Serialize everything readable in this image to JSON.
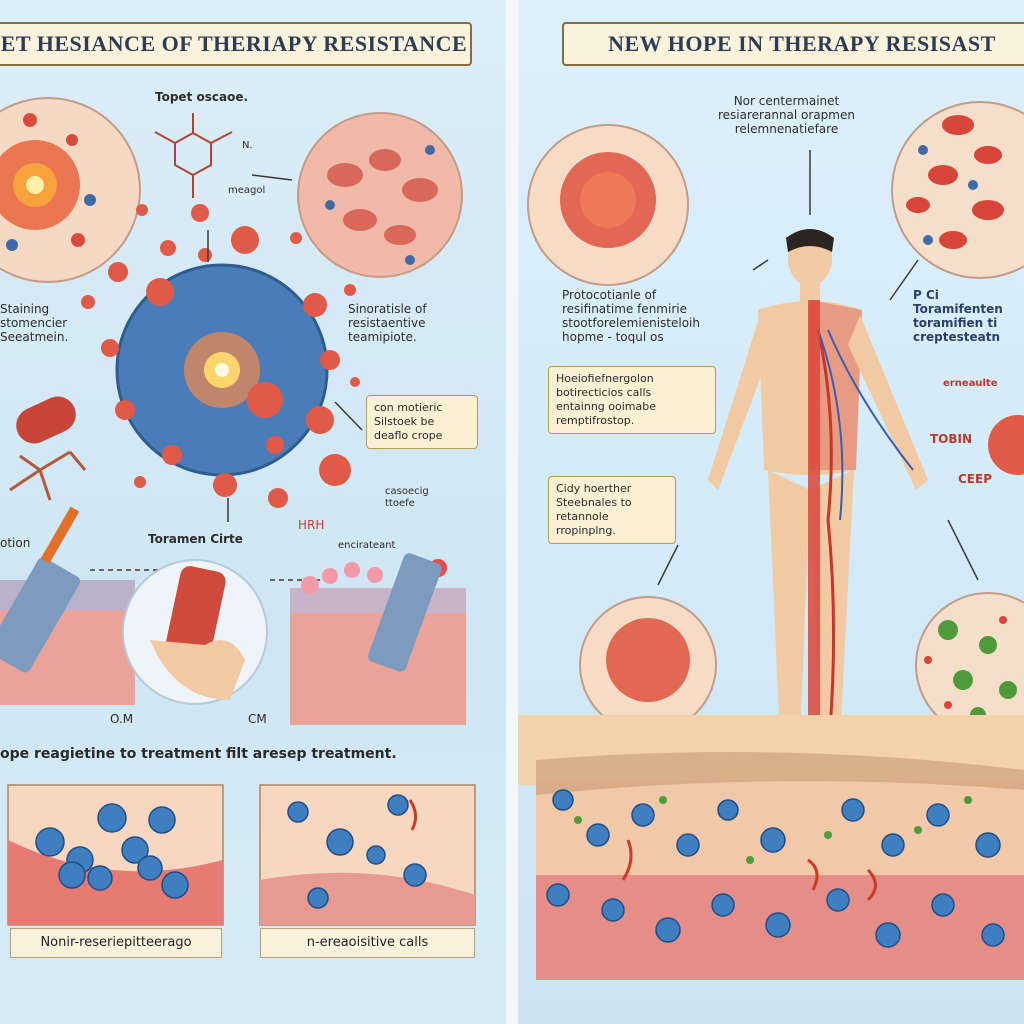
{
  "left_panel": {
    "title": "ET HESIANCE OF THERIAPY RESISTANCE",
    "label_top_escape": "Topet oscaoe.",
    "label_molecule_meagol": "meagol",
    "label_molecule_n": "N.",
    "label_staining": "Staining\nstomencier\nSeeatmein.",
    "label_simulation": "Sinoratisle of\nresistaentive\nteamipiote.",
    "note_box": "con motieric\nSilstoek be\ndeaflo crope",
    "label_toramen": "Toramen Cirte",
    "label_hrh": "HRH",
    "label_cascading": "casoecig\nttoefe",
    "label_encirculation": "encirateant",
    "label_otion": "otion",
    "label_om": "O.M",
    "label_cm": "CM",
    "caption_line": "ope reagietine to treatment filt aresep treatment.",
    "caption_left": "Nonir-reseriepitteerago",
    "caption_right": "n-ereaoisitive calls"
  },
  "right_panel": {
    "title": "NEW HOPE IN THERAPY RESISAST",
    "label_top": "Nor centermainet\nresiarerannal orapmen\nrelemnenatiefare",
    "label_protocol": "Protocotianle of\nresifinatime fenmirie\nstootforelemienisteloih\nhopme - toqul os",
    "note_box_a": "Hoeiofiefnergolon\nbotirecticios calls\nentainng ooimabe\nremptifrostop.",
    "note_box_b": "Cidy hoerther\nSteebnales to\nretannole\nrropinplng.",
    "label_toramifen": "P Ci\nToramifenten\ntoramifien ti\ncreptesteatn",
    "label_ermeauite": "erneaulte",
    "label_torbin": "TOBIN",
    "label_ceep": "CEEP"
  },
  "colors": {
    "panel_bg": "#d6ebf5",
    "title_bg": "#fbf2dc",
    "cell_red": "#e05a47",
    "cell_blue": "#3f7fc0",
    "cell_green": "#4f9a3a",
    "skin_tone": "#f1c9a3",
    "tissue_pink": "#e9a39b"
  }
}
